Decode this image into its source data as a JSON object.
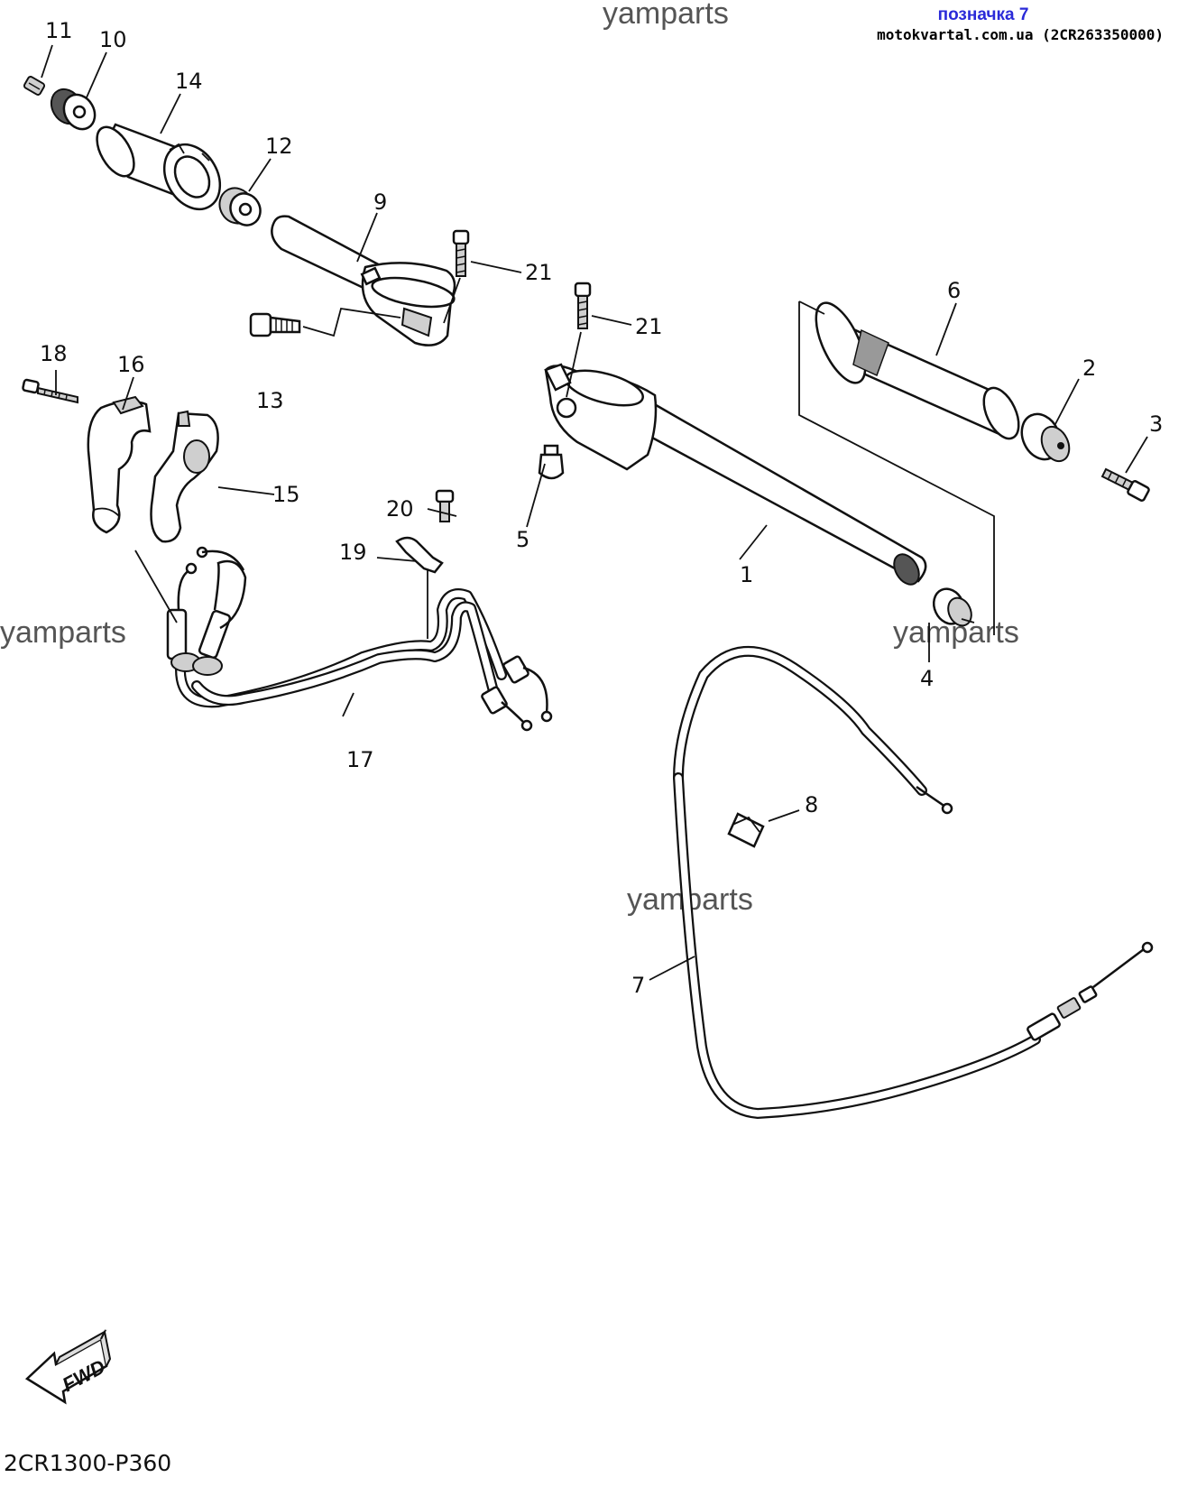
{
  "header": {
    "label": "позначка 7",
    "source": "motokvartal.com.ua (2CR263350000)",
    "label_color": "#2a2ad8"
  },
  "watermarks": [
    "yamparts",
    "yamparts",
    "yamparts",
    "yamparts"
  ],
  "diagram_code": "2CR1300-P360",
  "fwd_label": "FWD",
  "callouts": [
    {
      "id": "1",
      "text": "1"
    },
    {
      "id": "2",
      "text": "2"
    },
    {
      "id": "3",
      "text": "3"
    },
    {
      "id": "4",
      "text": "4"
    },
    {
      "id": "5",
      "text": "5"
    },
    {
      "id": "6",
      "text": "6"
    },
    {
      "id": "7",
      "text": "7"
    },
    {
      "id": "8",
      "text": "8"
    },
    {
      "id": "9",
      "text": "9"
    },
    {
      "id": "10",
      "text": "10"
    },
    {
      "id": "11",
      "text": "11"
    },
    {
      "id": "12",
      "text": "12"
    },
    {
      "id": "13",
      "text": "13"
    },
    {
      "id": "14",
      "text": "14"
    },
    {
      "id": "15",
      "text": "15"
    },
    {
      "id": "16",
      "text": "16"
    },
    {
      "id": "17",
      "text": "17"
    },
    {
      "id": "18",
      "text": "18"
    },
    {
      "id": "19",
      "text": "19"
    },
    {
      "id": "20",
      "text": "20"
    },
    {
      "id": "21a",
      "text": "21"
    },
    {
      "id": "21b",
      "text": "21"
    }
  ]
}
